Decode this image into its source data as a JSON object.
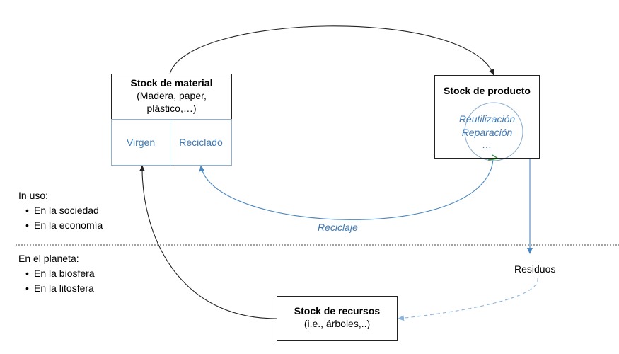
{
  "material": {
    "title": "Stock de material",
    "subtitle_line1": "(Madera, paper,",
    "subtitle_line2": "plástico,…)",
    "virgin": "Virgen",
    "recycled": "Reciclado"
  },
  "product": {
    "title": "Stock de producto",
    "cycle_line1": "Reutilización",
    "cycle_line2": "Reparación",
    "cycle_line3": "…"
  },
  "resources": {
    "title": "Stock de recursos",
    "subtitle": "(i.e., árboles,..)"
  },
  "flows": {
    "recycling": "Reciclaje",
    "waste": "Residuos"
  },
  "in_use": {
    "heading": "In uso:",
    "items": [
      "En la sociedad",
      "En la economía"
    ]
  },
  "planet": {
    "heading": "En el planeta:",
    "items": [
      "En la biosfera",
      "En la litosfera"
    ]
  },
  "colors": {
    "blue": "#3f7ab5",
    "black": "#222222",
    "green": "#3a9a3a"
  }
}
